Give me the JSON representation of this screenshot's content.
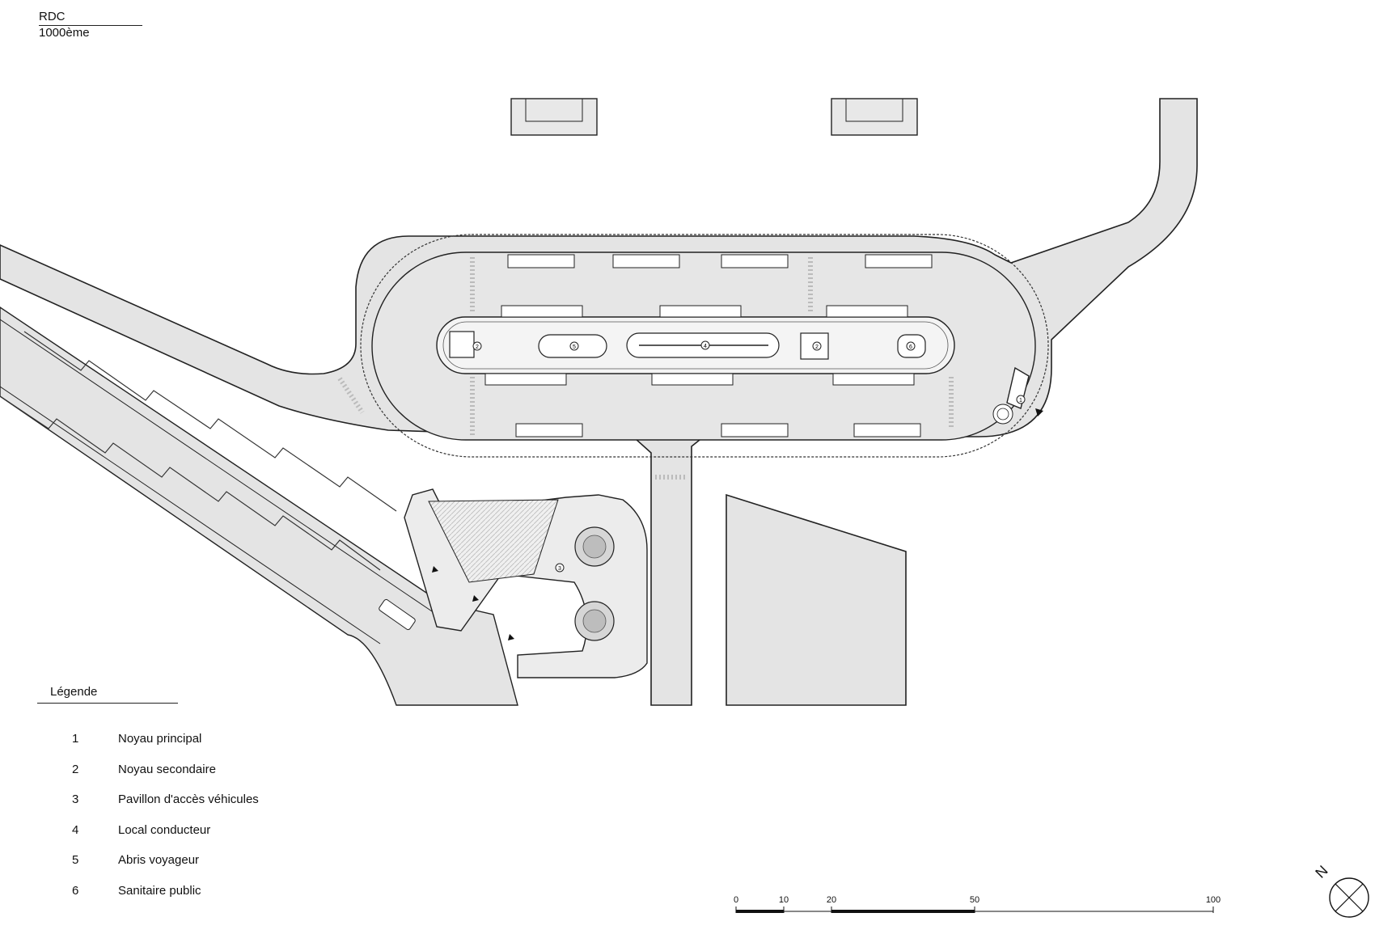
{
  "title": {
    "level": "RDC",
    "scale": "1000ème"
  },
  "legend": {
    "heading": "Légende",
    "items": [
      {
        "num": "1",
        "label": "Noyau principal"
      },
      {
        "num": "2",
        "label": "Noyau secondaire"
      },
      {
        "num": "3",
        "label": "Pavillon d'accès véhicules"
      },
      {
        "num": "4",
        "label": "Local conducteur"
      },
      {
        "num": "5",
        "label": "Abris voyageur"
      },
      {
        "num": "6",
        "label": "Sanitaire public"
      }
    ]
  },
  "scale_bar": {
    "ticks": [
      "0",
      "10",
      "20",
      "50",
      "100"
    ]
  },
  "north": {
    "label": "N"
  },
  "plan_markers": [
    "1",
    "2",
    "2",
    "3",
    "4",
    "5",
    "6"
  ]
}
